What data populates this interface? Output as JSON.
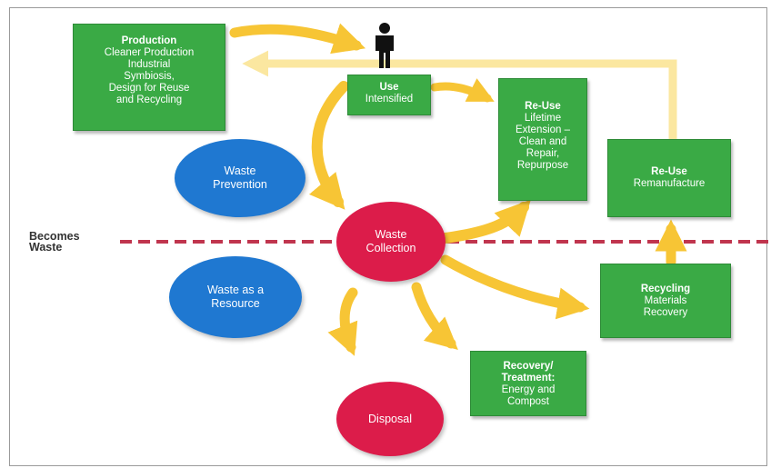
{
  "becomes_waste": [
    "Becomes",
    "Waste"
  ],
  "production": {
    "title": "Production",
    "lines": [
      "Cleaner Production",
      "Industrial",
      "Symbiosis,",
      "Design for Reuse",
      "and Recycling"
    ]
  },
  "use": {
    "title": "Use",
    "lines": [
      "Intensified"
    ]
  },
  "reuse_lifetime": {
    "title": "Re-Use",
    "lines": [
      "Lifetime",
      "Extension –",
      "Clean and",
      "Repair,",
      "Repurpose"
    ]
  },
  "reuse_reman": {
    "title": "Re-Use",
    "lines": [
      "Remanufacture"
    ]
  },
  "recycling": {
    "title": "Recycling",
    "lines": [
      "Materials",
      "Recovery"
    ]
  },
  "recovery": {
    "title": "Recovery/",
    "subtitle": "Treatment:",
    "lines": [
      "Energy and",
      "Compost"
    ]
  },
  "waste_prevention": [
    "Waste",
    "Prevention"
  ],
  "waste_resource": [
    "Waste as a",
    "Resource"
  ],
  "waste_collection": [
    "Waste",
    "Collection"
  ],
  "disposal": "Disposal",
  "colors": {
    "green": "#3aaa45",
    "blue": "#1f78d1",
    "red": "#dc1c4a",
    "arrow": "#f7c535",
    "divider": "#c0354e"
  },
  "icons": [
    "person-icon"
  ]
}
